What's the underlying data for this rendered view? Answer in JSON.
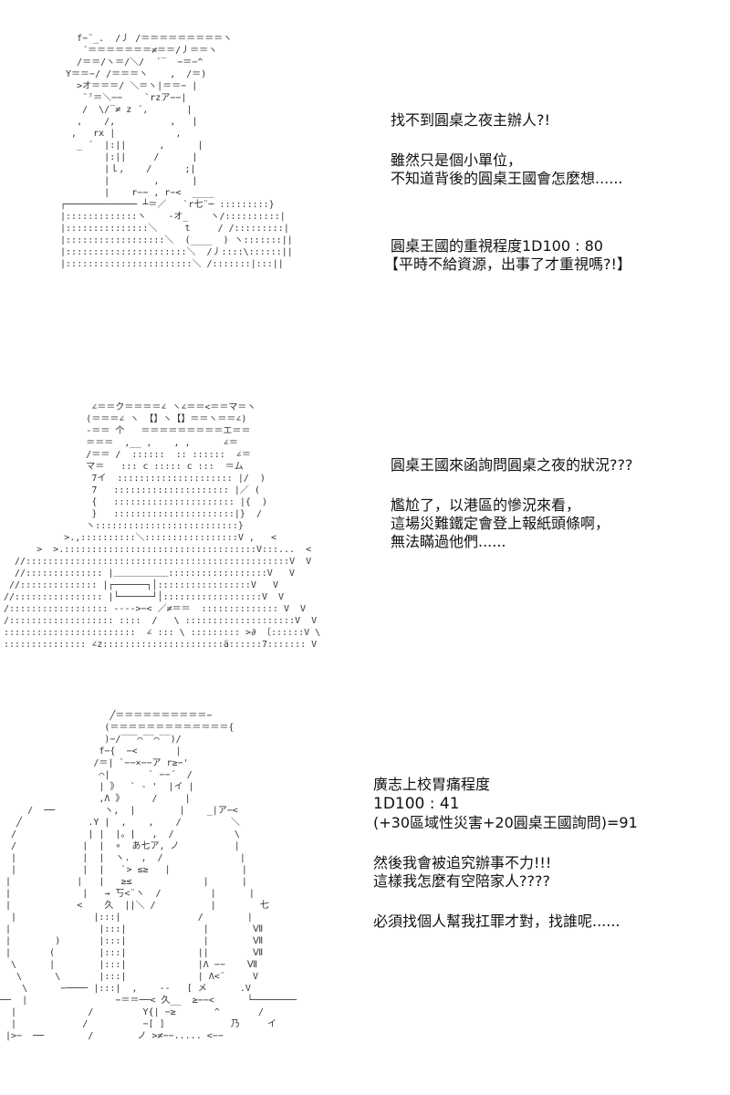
{
  "panels": [
    {
      "art": "    f−¨_.  /⼃ /＝＝＝＝＝＝＝＝＝ヽ\n     ´＝＝＝＝＝＝＝≠＝＝/⼃＝＝ヽ\n    /＝＝/ヽ＝/＼/  ´̅   −＝−^\n  Y＝＝−/ /＝＝＝ヽ    ,  /＝)\n    >オ＝＝＝/ ＼＝ヽ|＝＝− |\n     ¨⁷＝＼−−    `rzア−−|\n     /  \\/‾≠ z ´,       |\n    ,    /,          ,   |\n   ,   rx |           ,\n    _ ´  |:||      ,      |\n         |:||     /      |\n         |ｌ,    /      ;|\n         |        ,      |\n         |    r−− , r−<  ____\n ┌───────────── ┴＝／   `r七¨─ :::::::::}\n |:::::::::::::ヽ    -オ_    ヽ/::::::::::|\n |:::::::::::::::＼     t     / /:::::::::|\n |::::::::::::::::::＼  (____  ) ヽ:::::::||\n |::::::::::::::::::::::＼  /⼃::::\\::::::||\n |:::::::::::::::::::::::＼ /:::::::|:::||",
      "lines": [
        "找不到圓桌之夜主辦人?!",
        "",
        "雖然只是個小單位，",
        "不知道背後的圓桌王國會怎麼想......"
      ],
      "lines2": [
        "圓桌王國的重視程度1D100 : 80",
        "【平時不給資源，出事了才重視嗎?!】"
      ]
    },
    {
      "art": "                ∠＝＝ク＝＝＝＝∠ ヽ∠＝＝<＝＝マ＝ヽ\n               (＝＝＝∠ ヽ 【】ヽ【】＝＝ヽ＝＝∠)\n               -＝＝ 个   ＝＝＝＝＝＝＝＝＝エ＝＝\n               ＝＝＝  ,__ ,    , ,      ∠＝\n               /＝＝ /  ::::::  :: ::::::  ∠＝\n               マ＝   ::: c ::::: c :::  ＝ム\n                7イ  ::::::::::::::::::::: |/  )\n                7   ::::::::::::::::::::: |／ (\n                {   :::::::::::::::::::::: |{  )\n                }   ::::::::::::::::::::::|}  /\n               ヽ::::::::::::::::::::::::::}\n           >.,::::::::::＼:::::::::::::::::V ,   <\n      >  >.:::::::::::::::::::::::::::::::::::V:::...  <\n  //::::::::::::::::::::::::::::::::::::::::::::::::V  V\n  //:::::::::::::: |＿＿＿＿＿＿::::::::::::::::::V   V\n //:::::::::::::: |┌──────┐│:::::::::::::::::V   V\n//:::::::::::::::: |└──────┘│::::::::::::::::::V  V\n/:::::::::::::::::: ---->−< ／≠＝＝  :::::::::::::: V  V\n/::::::::::::::::::: ::::  /   \\ ::::::::::::::::::::V  V\n::::::::::::::::::::::::  ∠ ::: \\ ::::::::: >∂ 〔::::::V \\\n::::::::::::::: ∠z::::::::::::::::::::::ä::::::7::::::: V",
      "lines": [
        "圓桌王國來函詢問圓桌之夜的狀況???",
        "",
        "尷尬了，以港區的慘況來看，",
        "這場災難鐵定會登上報紙頭條啊，",
        "無法瞞過他們......"
      ]
    },
    {
      "art": "                    ╱＝＝＝＝＝＝＝＝＝＝−\n                   (＝＝＝＝＝＝＝＝＝＝＝＝＝{\n                   )−/‾‾‾⌒‾‾⌒‾‾)/\n                  f−{  −<       |\n                 /＝| `−−×−−ア r≥−'\n                  ⌒|       ` −−´  /\n                  | 》  ` - '  |イ |\n                  ,Λ 》     /     |\n     /  ──         ヽ,  |        |    _|ア−<\n   ╱            .Y |  ,    ,    /         ＼\n  /             | |  |。|   ,  /           \\\n  /            |  |  ∘  あ七ア, ノ          |\n  |            |  |  ヽ.  ,  /              |\n  |            |  |   `> ≤≥   |             |\n |            |   |   ≥≤             |      |\n |             |   → 丂<¨ヽ  /         |      |\n |            <    久  ||＼ /          |        七\n  |              |:::|              /        |\n |                |:::|              |        Ⅶ\n |        )       |:::|              |        Ⅶ\n |       (        |:::|             ||        Ⅶ\n  \\      |        |:::|             |Λ −−    Ⅶ\n   \\      \\       |:::|             | Λ<¨     V\n    \\      −──── |:::|  ,    --   [ メ      .V\n──  |                −＝＝──< 久__  ≥−−<      └────────\n  |             /         Y{| −≥       ^       /\n  |            /          −[ ]            乃     イ\n |>−  ──        /        ノ >≠−−..... <−−",
      "lines": [
        "廣志上校胃痛程度",
        "1D100 : 41",
        "(+30區域性災害+20圓桌王國詢問)=91",
        "",
        "然後我會被追究辦事不力!!!",
        "這樣我怎麼有空陪家人????",
        "",
        "必須找個人幫我扛罪才對，找誰呢......"
      ]
    }
  ]
}
